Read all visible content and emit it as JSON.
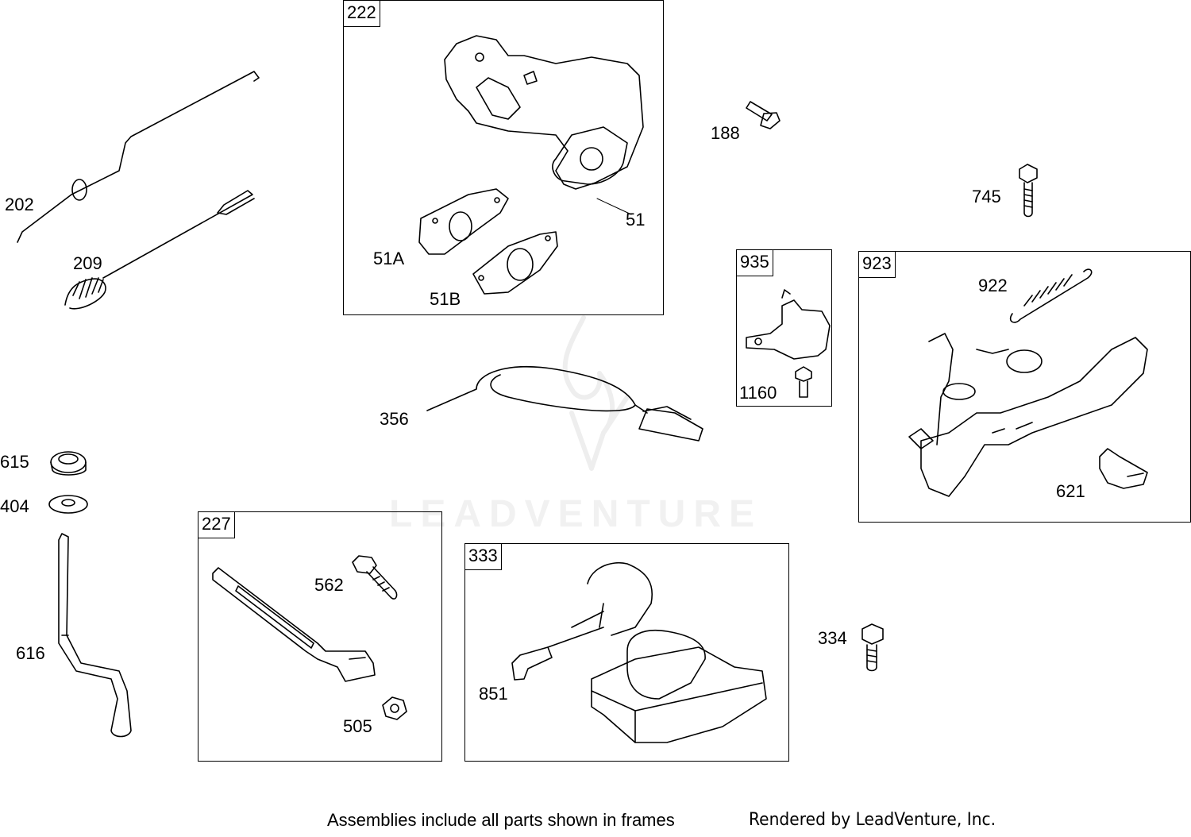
{
  "watermark": "LEADVENTURE",
  "frames": {
    "f222": "222",
    "f935": "935",
    "f923": "923",
    "f227": "227",
    "f333": "333"
  },
  "callouts": {
    "c202": "202",
    "c209": "209",
    "c51": "51",
    "c51A": "51A",
    "c51B": "51B",
    "c188": "188",
    "c745": "745",
    "c1160": "1160",
    "c922": "922",
    "c621": "621",
    "c356": "356",
    "c615": "615",
    "c404": "404",
    "c616": "616",
    "c562": "562",
    "c505": "505",
    "c851": "851",
    "c334": "334"
  },
  "footer": {
    "note": "Assemblies include all parts shown in frames",
    "credit": "Rendered by LeadVenture, Inc."
  }
}
